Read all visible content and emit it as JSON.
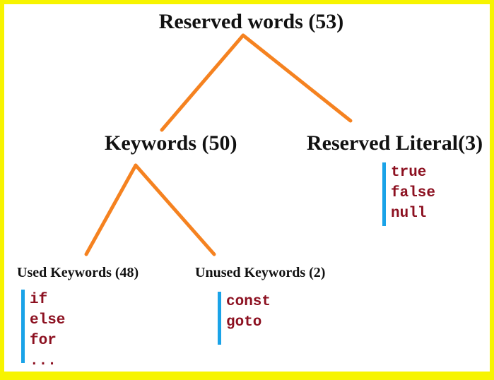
{
  "tree": {
    "root": {
      "label": "Reserved words (53)"
    },
    "keywords": {
      "label": "Keywords (50)"
    },
    "reserved_literal": {
      "label": "Reserved Literal(3)",
      "items": [
        "true",
        "false",
        "null"
      ]
    },
    "used_keywords": {
      "label": "Used Keywords (48)",
      "items": [
        "if",
        "else",
        "for",
        "..."
      ]
    },
    "unused_keywords": {
      "label": "Unused Keywords (2)",
      "items": [
        "const",
        "goto"
      ]
    }
  },
  "colors": {
    "border": "#f7f400",
    "edge": "#f58220",
    "list_bar": "#1aa3e8",
    "code_text": "#8c1020",
    "label_text": "#111111"
  }
}
